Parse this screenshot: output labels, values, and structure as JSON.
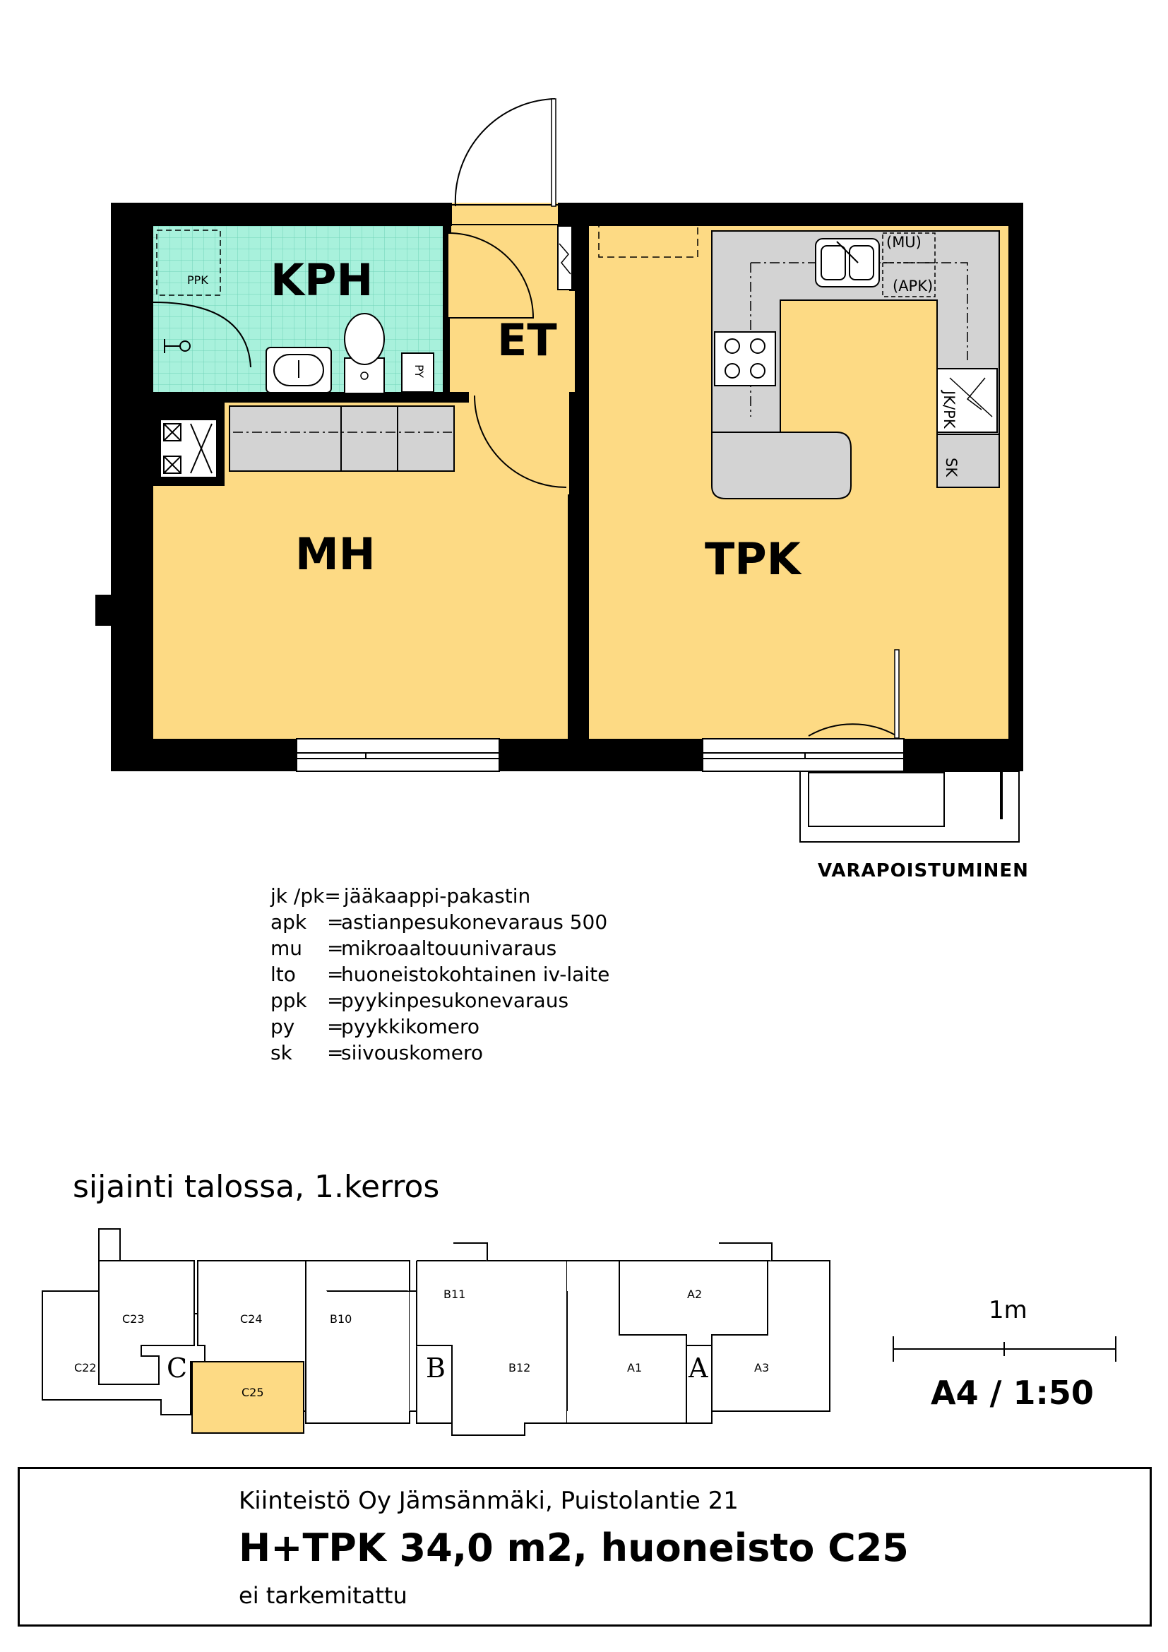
{
  "rooms": {
    "kph": "KPH",
    "et": "ET",
    "mh": "MH",
    "tpk": "TPK"
  },
  "fixtures": {
    "ppk": "PPK",
    "py": "PY",
    "mu": "(MU)",
    "apk": "(APK)",
    "jkpk": "JK/PK",
    "sk": "SK"
  },
  "evacuation_label": "VARAPOISTUMINEN",
  "legend": [
    {
      "code": "jk /pk",
      "eq": "=",
      "desc": "jääkaappi-pakastin",
      "inline": true
    },
    {
      "code": "apk",
      "eq": "=",
      "desc": "astianpesukonevaraus 500"
    },
    {
      "code": "mu",
      "eq": "=",
      "desc": "mikroaaltouunivaraus"
    },
    {
      "code": "lto",
      "eq": "=",
      "desc": "huoneistokohtainen iv-laite"
    },
    {
      "code": "ppk",
      "eq": "=",
      "desc": "pyykinpesukonevaraus"
    },
    {
      "code": "py",
      "eq": "=",
      "desc": "pyykkikomero"
    },
    {
      "code": "sk",
      "eq": "=",
      "desc": "siivouskomero"
    }
  ],
  "location_title": "sijainti talossa, 1.kerros",
  "site_plan": {
    "units": [
      "C22",
      "C23",
      "C24",
      "C25",
      "B10",
      "B11",
      "B12",
      "A1",
      "A2",
      "A3"
    ],
    "stairs": [
      "C",
      "B",
      "A"
    ]
  },
  "scale": {
    "bar_label": "1m",
    "ratio": "A4 / 1:50"
  },
  "title_block": {
    "line1": "Kiinteistö Oy Jämsänmäki, Puistolantie 21",
    "line2": "H+TPK 34,0 m2, huoneisto C25",
    "line3": "ei tarkemitattu"
  },
  "colors": {
    "floor": "#fdda84",
    "bathroom": "#a8f1dc",
    "fixture_gray": "#d3d3d3",
    "wall": "#000000",
    "highlight_unit": "#fdda84"
  }
}
